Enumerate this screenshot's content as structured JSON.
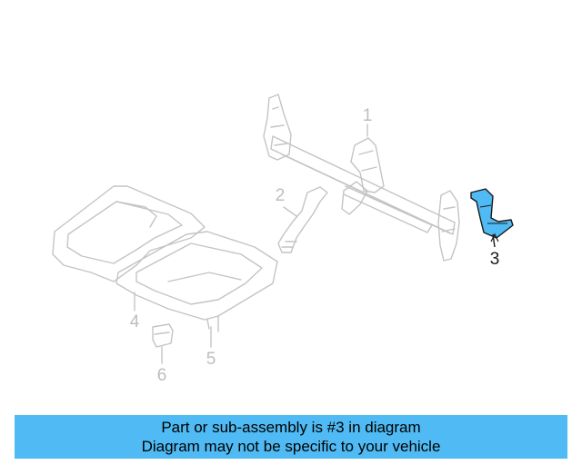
{
  "diagram": {
    "callouts": {
      "part1": "1",
      "part2": "2",
      "part3": "3",
      "part4": "4",
      "part5": "5",
      "part6": "6"
    },
    "highlighted_part": "3",
    "colors": {
      "line_art": "#c4c4c4",
      "highlight_fill": "#4fbaf3",
      "highlight_outline": "#1a1a1a",
      "active_label": "#1a1a1a",
      "inactive_label": "#bdbdbd"
    }
  },
  "banner": {
    "line1": "Part or sub-assembly is #3 in diagram",
    "line2": "Diagram may not be specific to your vehicle",
    "background": "#4fbaf3"
  }
}
